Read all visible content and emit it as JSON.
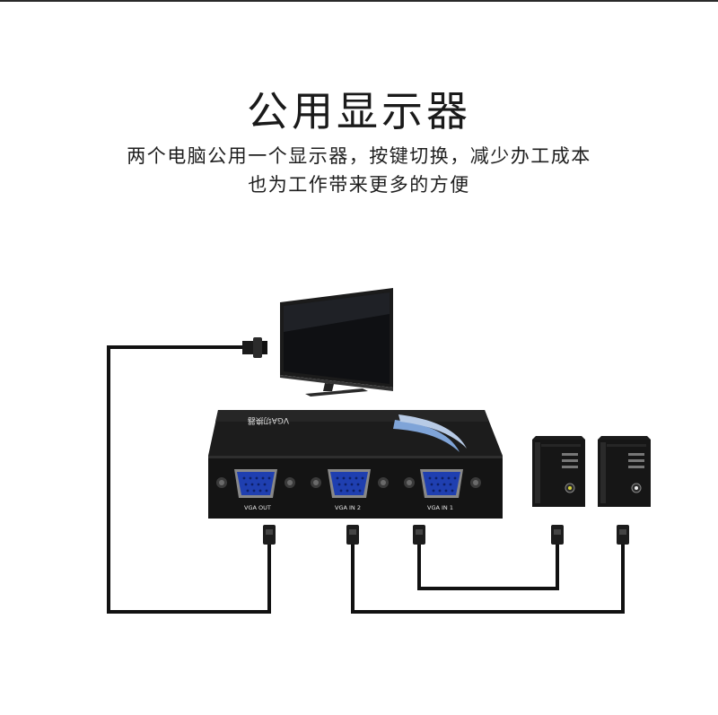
{
  "title": "公用显示器",
  "subtitle_lines": [
    "两个电脑公用一个显示器，按键切换，减少办工成本",
    "也为工作带来更多的方便"
  ],
  "switch": {
    "brand_text": "VGA切换器",
    "ports": [
      {
        "label": "VGA OUT"
      },
      {
        "label": "VGA IN 2"
      },
      {
        "label": "VGA IN 1"
      }
    ]
  },
  "colors": {
    "cable": "#111111",
    "vga_port": "#1f3fb0",
    "switch_body": "#1a1a1a",
    "swoosh": "#7fa4d8"
  }
}
